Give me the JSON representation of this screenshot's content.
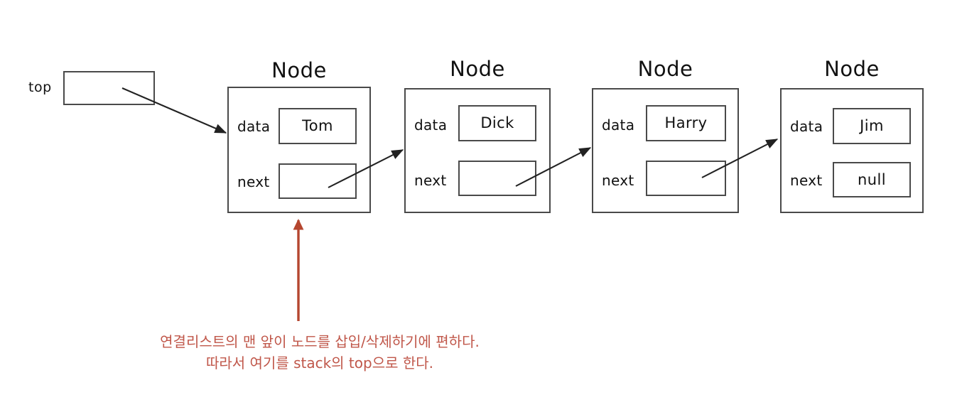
{
  "diagram": {
    "title": "Linked-list based stack diagram",
    "pointer": {
      "label": "top",
      "box_value": ""
    },
    "nodes": [
      {
        "title": "Node",
        "data_label": "data",
        "data_value": "Tom",
        "next_label": "next",
        "next_value": ""
      },
      {
        "title": "Node",
        "data_label": "data",
        "data_value": "Dick",
        "next_label": "next",
        "next_value": ""
      },
      {
        "title": "Node",
        "data_label": "data",
        "data_value": "Harry",
        "next_label": "next",
        "next_value": ""
      },
      {
        "title": "Node",
        "data_label": "data",
        "data_value": "Jim",
        "next_label": "next",
        "next_value": "null"
      }
    ],
    "caption": {
      "line1": "연결리스트의 맨 앞이 노드를 삽입/삭제하기에 편하다.",
      "line2": "따라서 여기를 stack의 top으로 한다."
    },
    "colors": {
      "stroke": "#4a4a4a",
      "arrow": "#222222",
      "accent_red": "#b5462f",
      "caption_red": "#c0574a",
      "text": "#111111",
      "background": "#ffffff"
    },
    "annotation_arrow": {
      "name": "red-up-arrow",
      "points_to": "first node"
    }
  }
}
